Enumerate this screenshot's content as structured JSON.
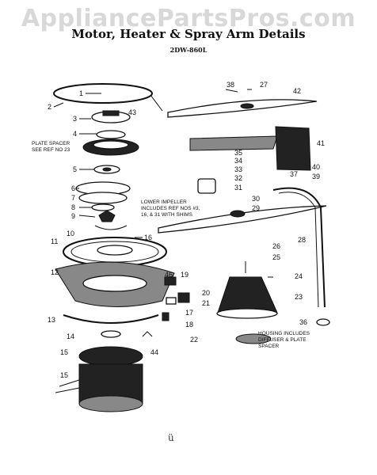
{
  "watermark": "AppliancePartsPros.com",
  "title": "Motor, Heater & Spray Arm Details",
  "model": "2DW-860L",
  "notes": {
    "plate_spacer": [
      "PLATE SPACER",
      "SEE REF NO 23"
    ],
    "lower_impeller": [
      "LOWER IMPELLER",
      "INCLUDES REF NOS #3,",
      "16, & 31 WITH SHIMS"
    ],
    "housing": [
      "HOUSING INCLUDES",
      "DIFFUSER & PLATE",
      "SPACER"
    ]
  },
  "callouts": [
    {
      "n": "1"
    },
    {
      "n": "2"
    },
    {
      "n": "3"
    },
    {
      "n": "4"
    },
    {
      "n": "5"
    },
    {
      "n": "6"
    },
    {
      "n": "7"
    },
    {
      "n": "8"
    },
    {
      "n": "9"
    },
    {
      "n": "10"
    },
    {
      "n": "11"
    },
    {
      "n": "12"
    },
    {
      "n": "13"
    },
    {
      "n": "14"
    },
    {
      "n": "15"
    },
    {
      "n": "15"
    },
    {
      "n": "16"
    },
    {
      "n": "17"
    },
    {
      "n": "18"
    },
    {
      "n": "19"
    },
    {
      "n": "20"
    },
    {
      "n": "21"
    },
    {
      "n": "22"
    },
    {
      "n": "23"
    },
    {
      "n": "24"
    },
    {
      "n": "25"
    },
    {
      "n": "26"
    },
    {
      "n": "27"
    },
    {
      "n": "28"
    },
    {
      "n": "29"
    },
    {
      "n": "30"
    },
    {
      "n": "31"
    },
    {
      "n": "32"
    },
    {
      "n": "33"
    },
    {
      "n": "34"
    },
    {
      "n": "35"
    },
    {
      "n": "36"
    },
    {
      "n": "37"
    },
    {
      "n": "38"
    },
    {
      "n": "39"
    },
    {
      "n": "40"
    },
    {
      "n": "41"
    },
    {
      "n": "42"
    },
    {
      "n": "43"
    },
    {
      "n": "44"
    },
    {
      "n": "46"
    }
  ],
  "bottom_mark": "ü"
}
